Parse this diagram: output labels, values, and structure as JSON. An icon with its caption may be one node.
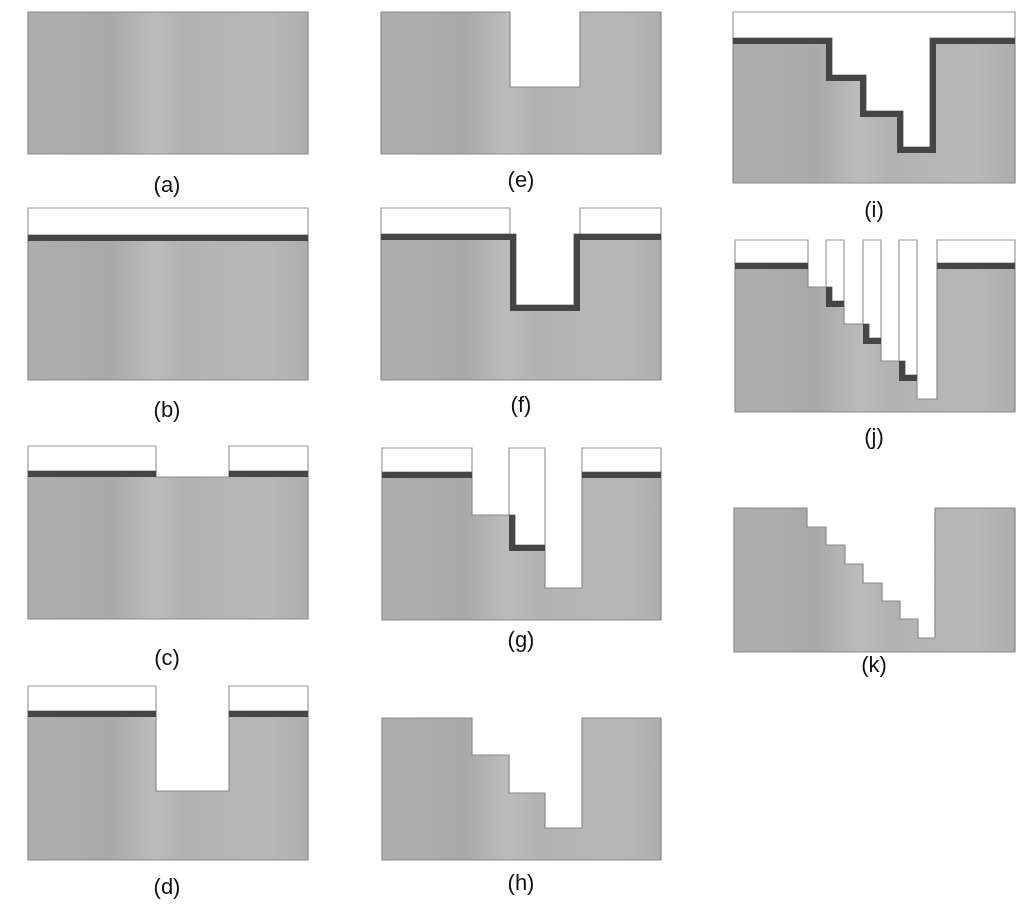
{
  "diagram": {
    "labels": [
      "(a)",
      "(b)",
      "(c)",
      "(d)",
      "(e)",
      "(f)",
      "(g)",
      "(h)",
      "(i)",
      "(j)",
      "(k)"
    ]
  }
}
